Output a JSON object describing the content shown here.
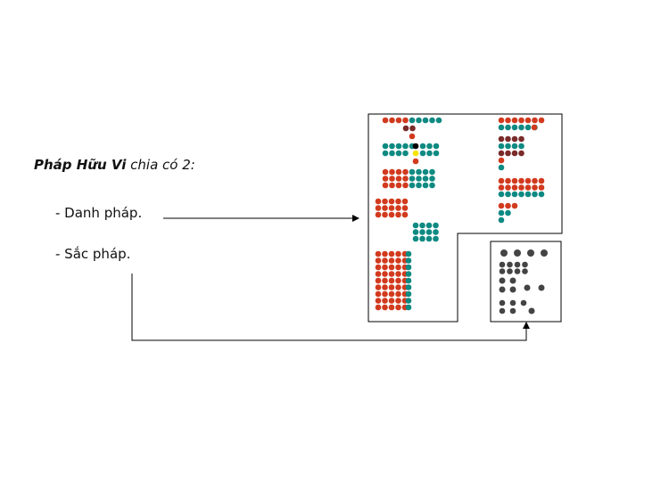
{
  "heading": {
    "bold_part": "Pháp Hữu Vi",
    "rest": " chia có 2:"
  },
  "items": [
    {
      "label": "- Danh pháp."
    },
    {
      "label": "- Sắc pháp."
    }
  ],
  "colors": {
    "red": "#d23a1e",
    "teal": "#0e8a82",
    "dark": "#444444",
    "maroon": "#7a2a2a",
    "yellow": "#f5e400",
    "black": "#000000",
    "line": "#000000"
  },
  "icons": [
    "arrow-right-icon",
    "arrow-up-icon"
  ]
}
